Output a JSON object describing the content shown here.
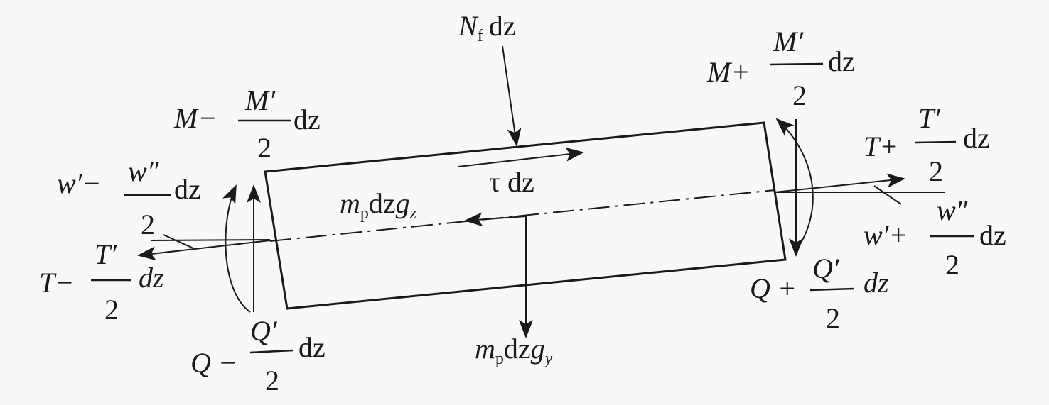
{
  "labels": {
    "normal_force": {
      "symbol": "N",
      "sub": "f",
      "suffix": "dz"
    },
    "shear_stress": {
      "text": "τ dz"
    },
    "gravity_z": {
      "symbol": "m",
      "sub": "p",
      "mid": "dz",
      "g": "g",
      "gsub": "z"
    },
    "gravity_y": {
      "symbol": "m",
      "sub": "p",
      "mid": "dz",
      "g": "g",
      "gsub": "y"
    },
    "moment_left": {
      "prefix": "M−",
      "num": "M′",
      "den": "2",
      "suffix": "dz"
    },
    "moment_right": {
      "prefix": "M+",
      "num": "M′",
      "den": "2",
      "suffix": "dz"
    },
    "slope_left": {
      "prefix": "w′−",
      "num": "w″",
      "den": "2",
      "suffix": "dz"
    },
    "slope_right": {
      "prefix": "w′+",
      "num": "w″",
      "den": "2",
      "suffix": "dz"
    },
    "tension_left": {
      "prefix": "T−",
      "num": "T′",
      "den": "2",
      "suffix": "dz"
    },
    "tension_right": {
      "prefix": "T+",
      "num": "T′",
      "den": "2",
      "suffix": "dz"
    },
    "shear_left": {
      "prefix": "Q −",
      "num": "Q′",
      "den": "2",
      "suffix": "dz"
    },
    "shear_right": {
      "prefix": "Q +",
      "num": "Q′",
      "den": "2",
      "suffix": "dz"
    }
  },
  "colors": {
    "ink": "#1a1a1a",
    "background": "#f8f8f8"
  }
}
